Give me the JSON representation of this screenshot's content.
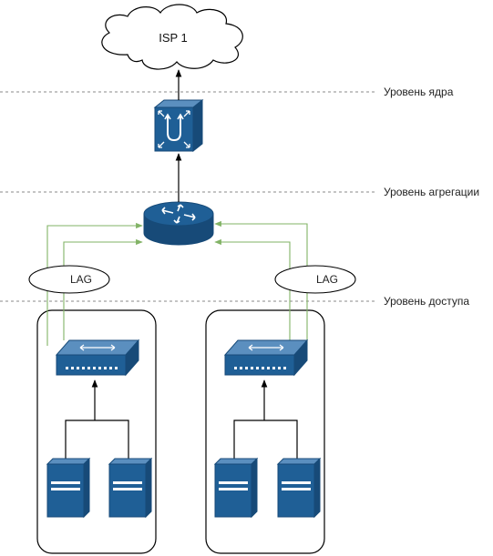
{
  "cloud": {
    "label": "ISP 1"
  },
  "levels": {
    "core": "Уровень ядра",
    "aggregation": "Уровень агрегации",
    "access": "Уровень доступа"
  },
  "lag": {
    "left": "LAG",
    "right": "LAG"
  },
  "icons": {
    "core_device": "multilayer-switch-icon",
    "router": "router-icon",
    "access_switch": "switch-icon",
    "server": "server-icon"
  },
  "colors": {
    "device_blue": "#1f5f96",
    "device_dark": "#174a78",
    "device_light": "#5b8fbf",
    "uplink_green": "#82b366",
    "dashed_line": "#8a8a8a"
  }
}
